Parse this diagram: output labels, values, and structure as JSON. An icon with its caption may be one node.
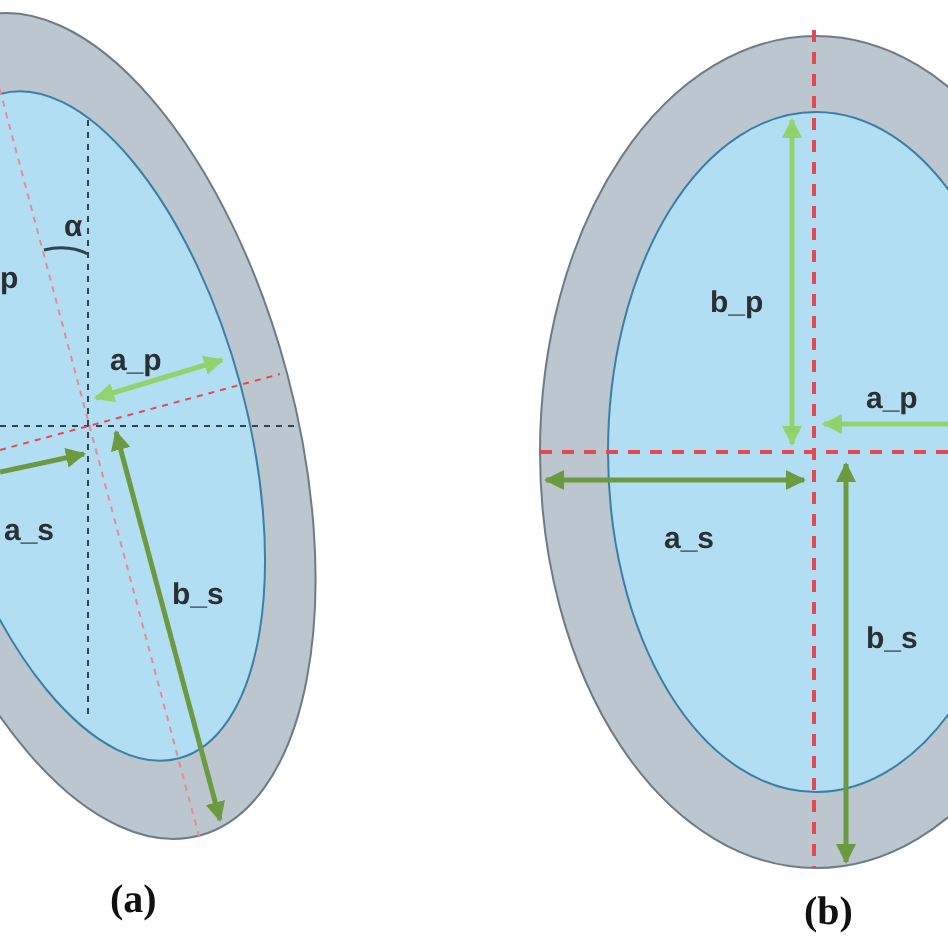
{
  "diagram": {
    "labels": [
      "p",
      "α",
      "a_p",
      "a_s",
      "b_s",
      "(a)",
      "b_p",
      "a_p",
      "a_s",
      "b_s",
      "(b)"
    ]
  }
}
